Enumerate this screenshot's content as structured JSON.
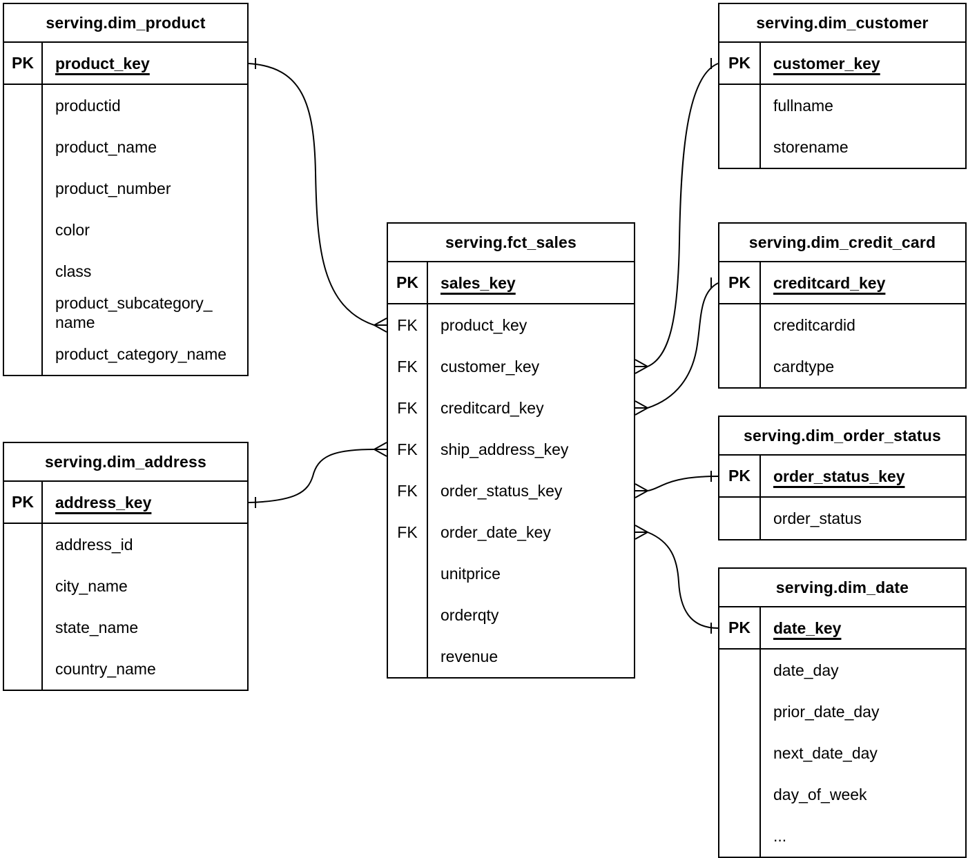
{
  "diagram": {
    "background": "#ffffff",
    "line_color": "#000000",
    "text_color": "#000000"
  },
  "tables": [
    {
      "id": "dim_product",
      "title": "serving.dim_product",
      "pk": {
        "key_label": "PK",
        "field": "product_key"
      },
      "fields": [
        {
          "key_label": "",
          "name": "productid"
        },
        {
          "key_label": "",
          "name": "product_name"
        },
        {
          "key_label": "",
          "name": "product_number"
        },
        {
          "key_label": "",
          "name": "color"
        },
        {
          "key_label": "",
          "name": "class"
        },
        {
          "key_label": "",
          "name": "product_subcategory_name"
        },
        {
          "key_label": "",
          "name": "product_category_name"
        }
      ]
    },
    {
      "id": "dim_customer",
      "title": "serving.dim_customer",
      "pk": {
        "key_label": "PK",
        "field": "customer_key"
      },
      "fields": [
        {
          "key_label": "",
          "name": "fullname"
        },
        {
          "key_label": "",
          "name": "storename"
        }
      ]
    },
    {
      "id": "fct_sales",
      "title": "serving.fct_sales",
      "pk": {
        "key_label": "PK",
        "field": "sales_key"
      },
      "fields": [
        {
          "key_label": "FK",
          "name": "product_key"
        },
        {
          "key_label": "FK",
          "name": "customer_key"
        },
        {
          "key_label": "FK",
          "name": "creditcard_key"
        },
        {
          "key_label": "FK",
          "name": "ship_address_key"
        },
        {
          "key_label": "FK",
          "name": "order_status_key"
        },
        {
          "key_label": "FK",
          "name": "order_date_key"
        },
        {
          "key_label": "",
          "name": "unitprice"
        },
        {
          "key_label": "",
          "name": "orderqty"
        },
        {
          "key_label": "",
          "name": "revenue"
        }
      ]
    },
    {
      "id": "dim_credit_card",
      "title": "serving.dim_credit_card",
      "pk": {
        "key_label": "PK",
        "field": "creditcard_key"
      },
      "fields": [
        {
          "key_label": "",
          "name": "creditcardid"
        },
        {
          "key_label": "",
          "name": "cardtype"
        }
      ]
    },
    {
      "id": "dim_order_status",
      "title": "serving.dim_order_status",
      "pk": {
        "key_label": "PK",
        "field": "order_status_key"
      },
      "fields": [
        {
          "key_label": "",
          "name": "order_status"
        }
      ]
    },
    {
      "id": "dim_date",
      "title": "serving.dim_date",
      "pk": {
        "key_label": "PK",
        "field": "date_key"
      },
      "fields": [
        {
          "key_label": "",
          "name": "date_day"
        },
        {
          "key_label": "",
          "name": "prior_date_day"
        },
        {
          "key_label": "",
          "name": "next_date_day"
        },
        {
          "key_label": "",
          "name": "day_of_week"
        },
        {
          "key_label": "",
          "name": "..."
        }
      ]
    },
    {
      "id": "dim_address",
      "title": "serving.dim_address",
      "pk": {
        "key_label": "PK",
        "field": "address_key"
      },
      "fields": [
        {
          "key_label": "",
          "name": "address_id"
        },
        {
          "key_label": "",
          "name": "city_name"
        },
        {
          "key_label": "",
          "name": "state_name"
        },
        {
          "key_label": "",
          "name": "country_name"
        }
      ]
    }
  ],
  "connections": [
    {
      "id": "product-sales",
      "one_side": "serving.dim_product.product_key",
      "many_side": "serving.fct_sales.product_key",
      "one_cardinality": "one",
      "many_cardinality": "many"
    },
    {
      "id": "address-sales",
      "one_side": "serving.dim_address.address_key",
      "many_side": "serving.fct_sales.ship_address_key",
      "one_cardinality": "one",
      "many_cardinality": "many"
    },
    {
      "id": "customer-sales",
      "one_side": "serving.dim_customer.customer_key",
      "many_side": "serving.fct_sales.customer_key",
      "one_cardinality": "one",
      "many_cardinality": "many"
    },
    {
      "id": "creditcard-sales",
      "one_side": "serving.dim_credit_card.creditcard_key",
      "many_side": "serving.fct_sales.creditcard_key",
      "one_cardinality": "one",
      "many_cardinality": "many"
    },
    {
      "id": "orderstatus-sales",
      "one_side": "serving.dim_order_status.order_status_key",
      "many_side": "serving.fct_sales.order_status_key",
      "one_cardinality": "one",
      "many_cardinality": "many"
    },
    {
      "id": "date-sales",
      "one_side": "serving.dim_date.date_key",
      "many_side": "serving.fct_sales.order_date_key",
      "one_cardinality": "one",
      "many_cardinality": "many"
    }
  ]
}
